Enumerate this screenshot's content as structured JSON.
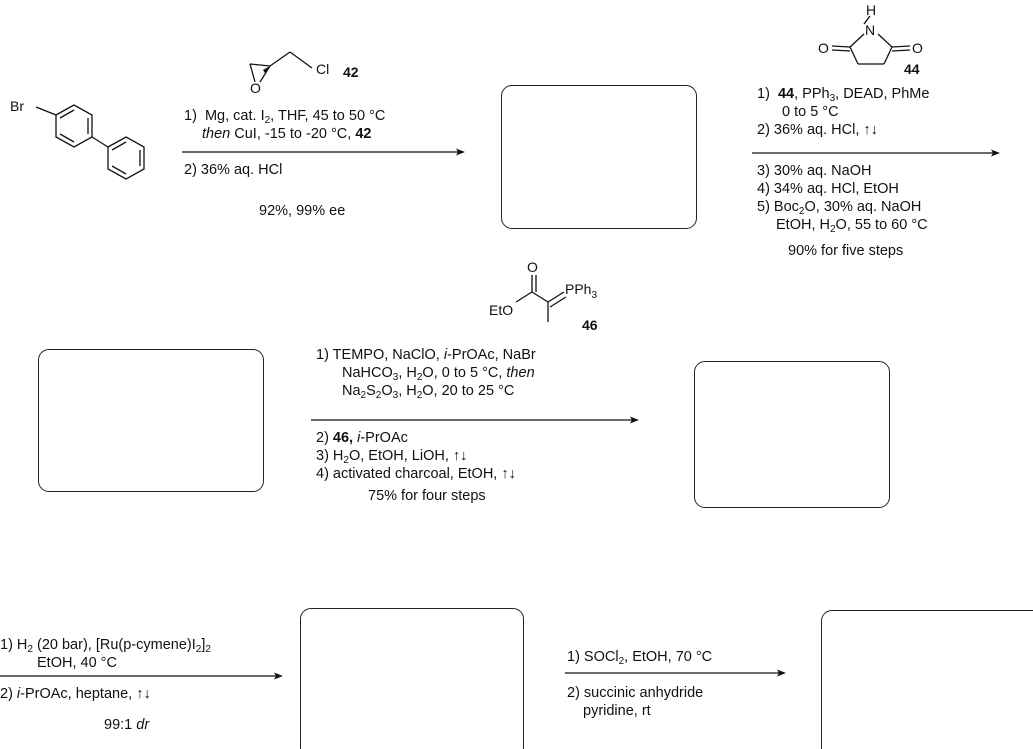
{
  "step1": {
    "reagent_atom": "Cl",
    "reagent_label": "42",
    "line1_num": "1)",
    "line1_text": "Mg, cat. I",
    "line1_sub": "2",
    "line1_rest": ", THF, 45 to 50 °C",
    "line2_then": "then",
    "line2_rest": " CuI, -15 to -20 °C, ",
    "line2_ref": "42",
    "line3": "2)  36% aq. HCl",
    "yield": "92%, 99% ee"
  },
  "start_material": {
    "atom": "Br"
  },
  "step2": {
    "reagent_atom_top": "H",
    "reagent_atom_n": "N",
    "reagent_atom_o1": "O",
    "reagent_atom_o2": "O",
    "reagent_label": "44",
    "l1_num": "1)",
    "l1_ref": "44",
    "l1_a": ", PPh",
    "l1_sub": "3",
    "l1_b": ", DEAD, PhMe",
    "l2": "0 to 5 °C",
    "l3": "2)  36% aq. HCl, ↑↓",
    "l4": "3) 30% aq. NaOH",
    "l5": "4) 34% aq. HCl, EtOH",
    "l6_a": "5) Boc",
    "l6_sub": "2",
    "l6_b": "O, 30% aq. NaOH",
    "l7_a": "EtOH, H",
    "l7_sub": "2",
    "l7_b": "O, 55 to 60 °C",
    "yield": "90% for five steps"
  },
  "step3": {
    "reagent_o": "O",
    "reagent_eto": "EtO",
    "reagent_pph": "PPh",
    "reagent_pph_sub": "3",
    "reagent_label": "46",
    "l1_a": "1) TEMPO, NaClO, ",
    "l1_i": "i",
    "l1_b": "-PrOAc, NaBr",
    "l2_a": "NaHCO",
    "l2_sub1": "3",
    "l2_b": ", H",
    "l2_sub2": "2",
    "l2_c": "O, 0 to 5 °C, ",
    "l2_then": "then",
    "l3_a": "Na",
    "l3_sub1": "2",
    "l3_b": "S",
    "l3_sub2": "2",
    "l3_c": "O",
    "l3_sub3": "3",
    "l3_d": ", H",
    "l3_sub4": "2",
    "l3_e": "O, 20 to 25 °C",
    "l4_a": "2) ",
    "l4_ref": "46,",
    "l4_i": " i",
    "l4_b": "-PrOAc",
    "l5_a": "3) H",
    "l5_sub": "2",
    "l5_b": "O, EtOH, LiOH, ↑↓",
    "l6": "4) activated charcoal, EtOH, ↑↓",
    "yield": "75% for four steps"
  },
  "step4": {
    "l1_a": "1) H",
    "l1_sub1": "2",
    "l1_b": " (20 bar), [Ru(p-cymene)I",
    "l1_sub2": "2",
    "l1_c": "]",
    "l1_sub3": "2",
    "l2": "EtOH, 40 °C",
    "l3_a": "2) ",
    "l3_i": "i",
    "l3_b": "-PrOAc, heptane, ↑↓",
    "yield_a": "99:1 ",
    "yield_i": "dr"
  },
  "step5": {
    "l1_a": "1) SOCl",
    "l1_sub": "2",
    "l1_b": ", EtOH, 70 °C",
    "l2": "2) succinic anhydride",
    "l3": "pyridine, rt"
  }
}
